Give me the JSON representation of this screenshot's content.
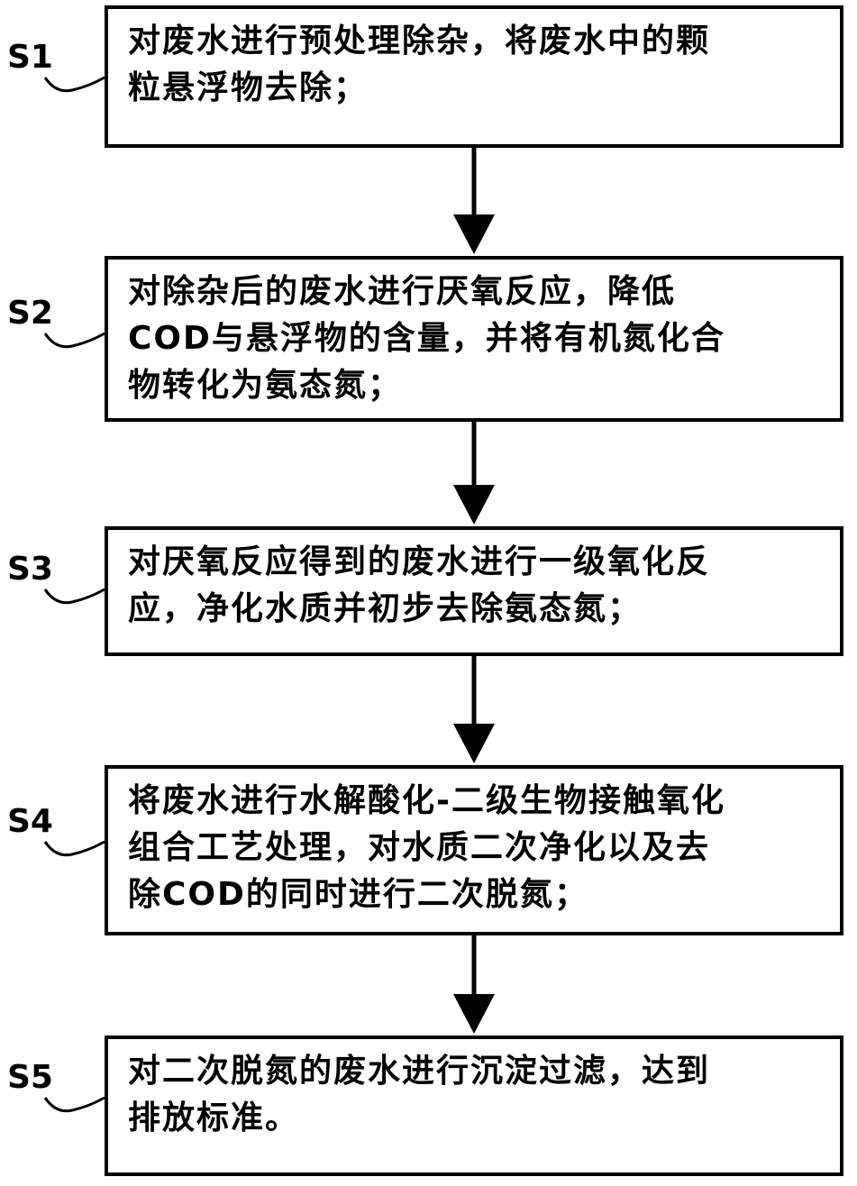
{
  "steps": [
    {
      "label": "S1",
      "text": "对废水进行预处理除杂，将废水中的颗\n粒悬浮物去除；"
    },
    {
      "label": "S2",
      "text": "对除杂后的废水进行厌氧反应，降低\nCOD与悬浮物的含量，并将有机氮化合\n物转化为氨态氮；"
    },
    {
      "label": "S3",
      "text": "对厌氧反应得到的废水进行一级氧化反\n应，净化水质并初步去除氨态氮；"
    },
    {
      "label": "S4",
      "text": "将废水进行水解酸化-二级生物接触氧化\n组合工艺处理，对水质二次净化以及去\n除COD的同时进行二次脱氮；"
    },
    {
      "label": "S5",
      "text": "对二次脱氮的废水进行沉淀过滤，达到\n排放标准。"
    }
  ]
}
